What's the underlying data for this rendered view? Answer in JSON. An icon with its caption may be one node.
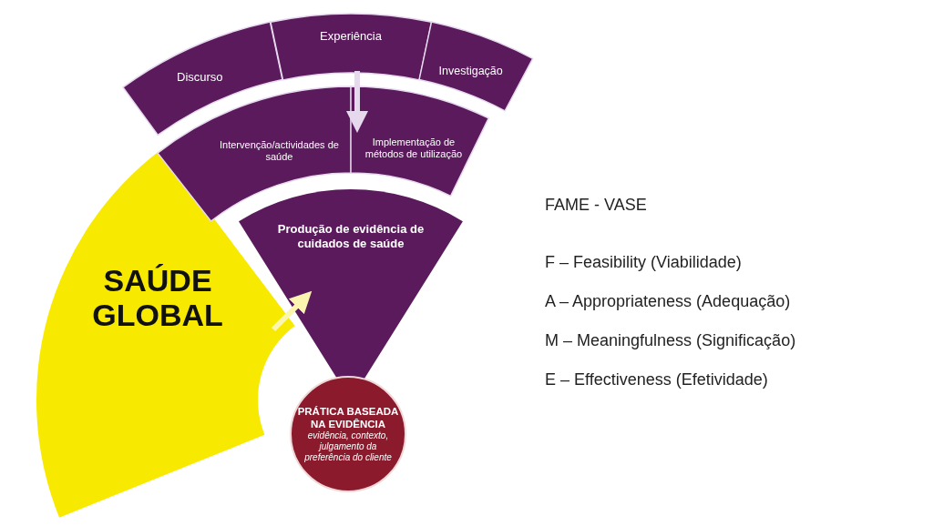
{
  "diagram": {
    "nodes": [
      {
        "text": [
          "Discurso"
        ]
      },
      {
        "text": [
          "Experiência"
        ]
      },
      {
        "text": [
          "Investigação"
        ]
      },
      {
        "text": [
          "Intervenção/actividades de saúde"
        ]
      },
      {
        "text": [
          "Implementação de métodos de utilização"
        ]
      },
      {
        "text": [
          "Produção de evidência de cuidados de saúde"
        ]
      },
      {
        "text": [
          "SAÚDE GLOBAL"
        ]
      },
      {
        "text": [
          "PRÁTICA BASEADA NA EVIDÊNCIA",
          "evidência, contexto, julgamento da preferência do cliente"
        ]
      }
    ],
    "edges": [
      {
        "from": 1,
        "to": 4,
        "arrow": "to",
        "color": "#e6d9ee"
      },
      {
        "from": 6,
        "to": 5,
        "arrow": "to",
        "color": "#fbf5b0"
      }
    ],
    "labels": [
      "FAME - VASE",
      "F – Feasibility (Viabilidade)",
      "A – Appropriateness (Adequação)",
      "M – Meaningfulness (Significação)",
      "E – Effectiveness (Efetividade)"
    ]
  }
}
